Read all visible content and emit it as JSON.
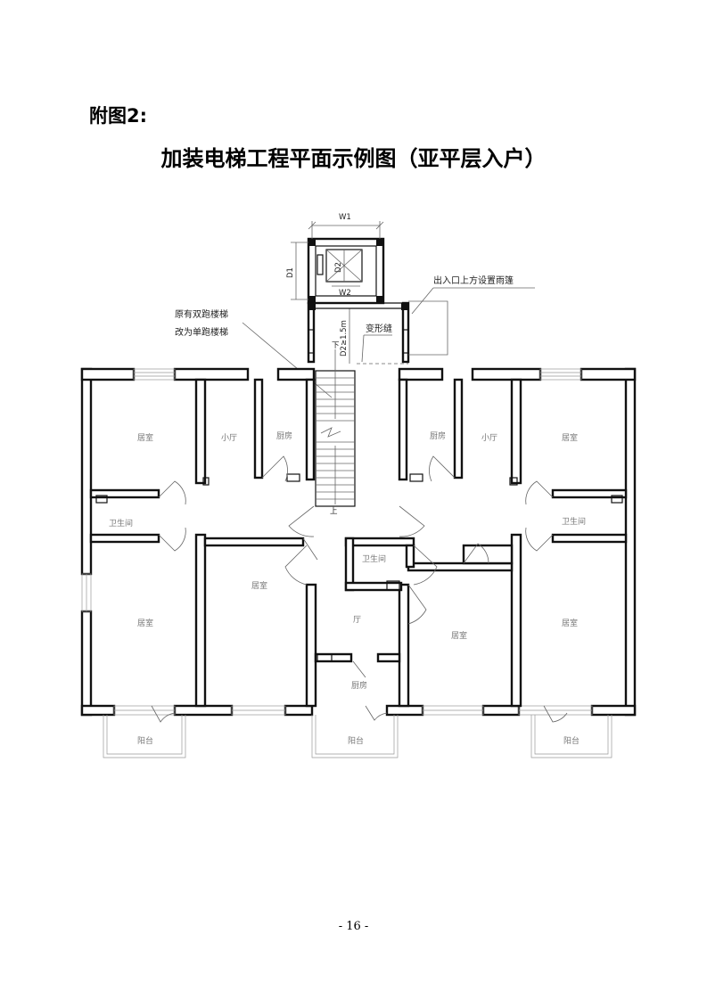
{
  "header": {
    "appendix_label": "附图2:",
    "title": "加装电梯工程平面示例图（亚平层入户）"
  },
  "annotations": {
    "stair_note_line1": "原有双跑楼梯",
    "stair_note_line2": "改为单跑楼梯",
    "canopy_note": "出入口上方设置雨篷",
    "joint_note": "变形缝",
    "dim_w1": "W1",
    "dim_d1": "D1",
    "dim_d2": "D2",
    "dim_w2": "W2",
    "dim_d2_min": "D2≥1.5m",
    "stair_down": "下",
    "stair_up": "上"
  },
  "rooms": {
    "bedroom": "居室",
    "small_hall": "小厅",
    "kitchen": "厨房",
    "bathroom": "卫生间",
    "hall": "厅",
    "balcony": "阳台"
  },
  "footer": {
    "page_number": "- 16 -"
  }
}
